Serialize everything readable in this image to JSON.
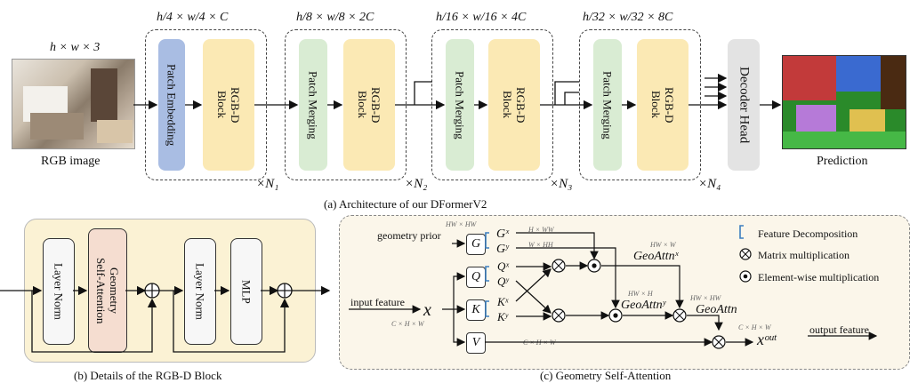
{
  "part_a": {
    "input_dim": "h × w × 3",
    "input_label": "RGB image",
    "stages": [
      {
        "dim": "h/4 × w/4 × C",
        "block1": "Patch Embedding",
        "block2": "RGB-D\nBlock",
        "repeat": "×N₁"
      },
      {
        "dim": "h/8 × w/8 × 2C",
        "block1": "Patch Merging",
        "block2": "RGB-D\nBlock",
        "repeat": "×N₂"
      },
      {
        "dim": "h/16 × w/16 × 4C",
        "block1": "Patch Merging",
        "block2": "RGB-D\nBlock",
        "repeat": "×N₃"
      },
      {
        "dim": "h/32 × w/32 × 8C",
        "block1": "Patch Merging",
        "block2": "RGB-D\nBlock",
        "repeat": "×N₄"
      }
    ],
    "decoder": "Decoder Head",
    "output_label": "Prediction",
    "caption": "(a) Architecture of our DFormerV2"
  },
  "part_b": {
    "blocks": [
      "Layer Norm",
      "Geometry\nSelf-Attention",
      "Layer Norm",
      "MLP"
    ],
    "caption": "(b) Details of the RGB-D Block"
  },
  "part_c": {
    "geometry_prior": "geometry prior",
    "input_feature": "input feature",
    "output_feature": "output feature",
    "x_dim": "C × H × W",
    "x": "x",
    "boxes": {
      "g": "G",
      "q": "Q",
      "k": "K",
      "v": "V"
    },
    "outputs": {
      "gx": "Gˣ",
      "gy": "Gʸ",
      "qx": "Qˣ",
      "qy": "Qʸ",
      "kx": "Kˣ",
      "ky": "Kʸ"
    },
    "dims": {
      "g_dim": "HW × HW",
      "gx_dim": "H × WW",
      "gy_dim": "W × HH",
      "attn_x_dim": "HW × W",
      "attn_y_dim": "HW × H",
      "attn_dim": "HW × HW",
      "v_dim": "C × H × W",
      "out_dim": "C × H × W"
    },
    "geo_attn_x": "GeoAttnˣ",
    "geo_attn_y": "GeoAttnʸ",
    "geo_attn": "GeoAttn",
    "x_out": "xᵒᵘᵗ",
    "legend": {
      "feature_decomposition": "Feature Decomposition",
      "matrix_mult": "Matrix multiplication",
      "elementwise_mult": "Element-wise multiplication"
    },
    "caption": "(c) Geometry Self-Attention"
  },
  "colors": {
    "patch_embedding": "#a9bde3",
    "patch_merging": "#d9ecd3",
    "rgbd_block": "#fbe9b4",
    "decoder": "#e3e3e3",
    "panel_b": "#fbf2d4",
    "panel_c": "#fbf6ea",
    "geometry_attention": "#f5ddd0",
    "decomposition_arrow": "#3d7fbf"
  }
}
